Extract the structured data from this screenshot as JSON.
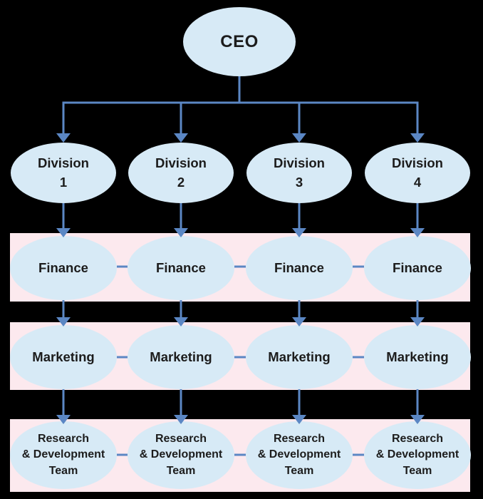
{
  "colors": {
    "background": "#000000",
    "node_fill": "#d7eaf6",
    "band_fill": "#fce9ee",
    "connector": "#5b87c4",
    "text": "#1c1c1c"
  },
  "ceo": {
    "label": "CEO"
  },
  "divisions": [
    {
      "line1": "Division",
      "line2": "1"
    },
    {
      "line1": "Division",
      "line2": "2"
    },
    {
      "line1": "Division",
      "line2": "3"
    },
    {
      "line1": "Division",
      "line2": "4"
    }
  ],
  "finance": [
    {
      "label": "Finance"
    },
    {
      "label": "Finance"
    },
    {
      "label": "Finance"
    },
    {
      "label": "Finance"
    }
  ],
  "marketing": [
    {
      "label": "Marketing"
    },
    {
      "label": "Marketing"
    },
    {
      "label": "Marketing"
    },
    {
      "label": "Marketing"
    }
  ],
  "research": [
    {
      "line1": "Research",
      "line2": "& Development",
      "line3": "Team"
    },
    {
      "line1": "Research",
      "line2": "& Development",
      "line3": "Team"
    },
    {
      "line1": "Research",
      "line2": "& Development",
      "line3": "Team"
    },
    {
      "line1": "Research",
      "line2": "& Development",
      "line3": "Team"
    }
  ]
}
